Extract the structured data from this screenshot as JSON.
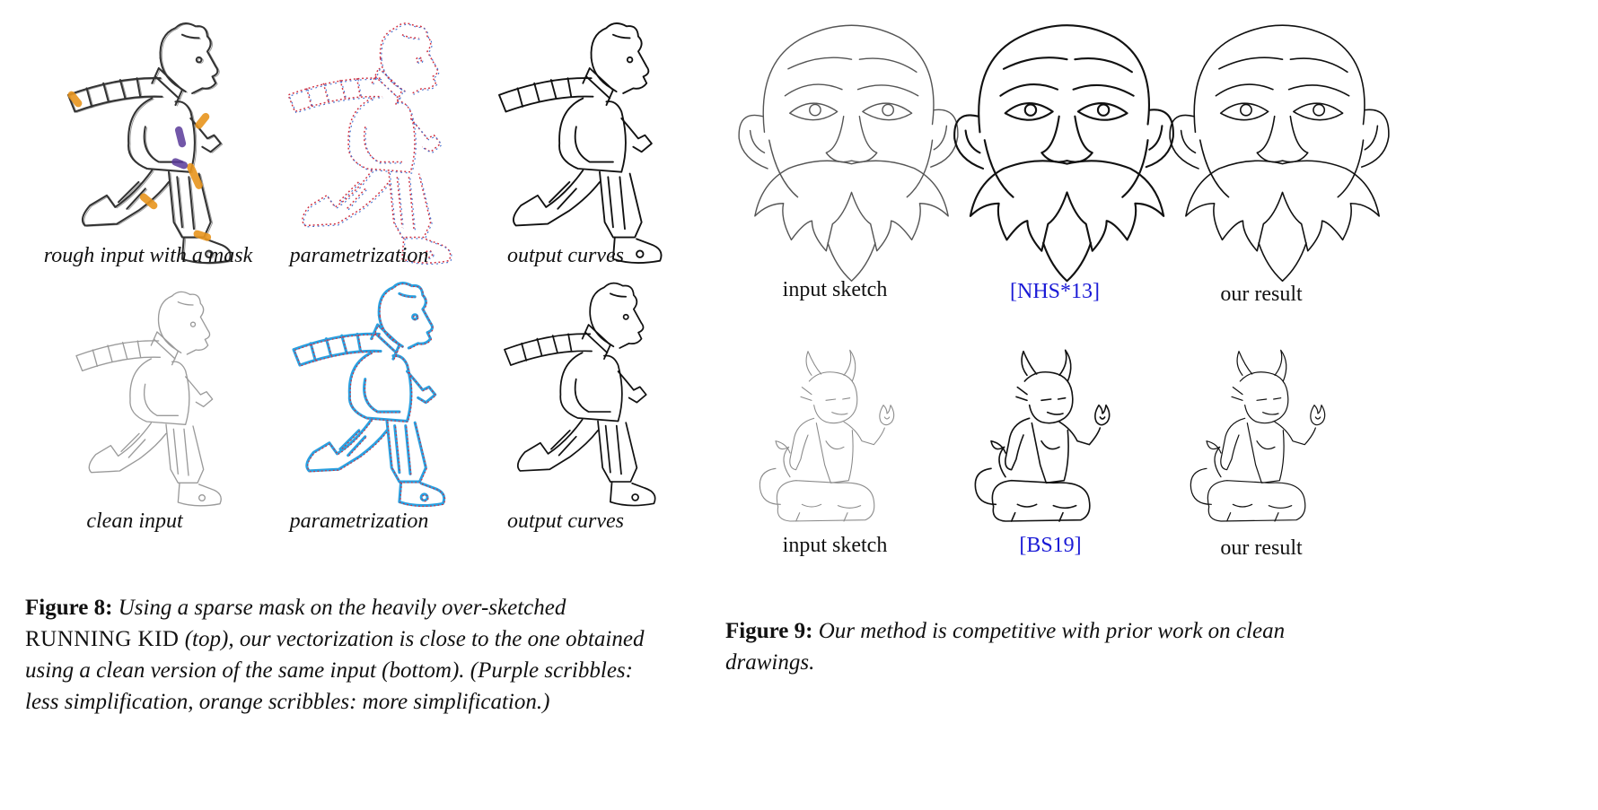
{
  "figure8": {
    "labels": {
      "rough_input": "rough input with a mask",
      "param_top": "parametrization",
      "output_top": "output curves",
      "clean_input": "clean input",
      "param_bottom": "parametrization",
      "output_bottom": "output curves"
    },
    "caption": {
      "number": "Figure 8:",
      "text_before": "Using a sparse mask on the heavily over-sketched",
      "small_caps": "RUNNING KID",
      "text_after": "(top), our vectorization is close to the one obtained using a clean version of the same input (bottom). (Purple scribbles: less simplification, orange scribbles: more simplification.)"
    }
  },
  "figure9": {
    "labels": {
      "input_top": "input sketch",
      "prior_top": "[NHS*13]",
      "result_top": "our result",
      "input_bottom": "input sketch",
      "prior_bottom": "[BS19]",
      "result_bottom": "our result"
    },
    "caption": {
      "number": "Figure 9:",
      "text": "Our method is competitive with prior work on clean drawings."
    }
  },
  "colors": {
    "citation": "#1a1ad6",
    "orange_scribble": "#e8951e",
    "purple_scribble": "#5a3a9a",
    "param_red": "#d03040",
    "param_blue": "#2aa0e0"
  }
}
